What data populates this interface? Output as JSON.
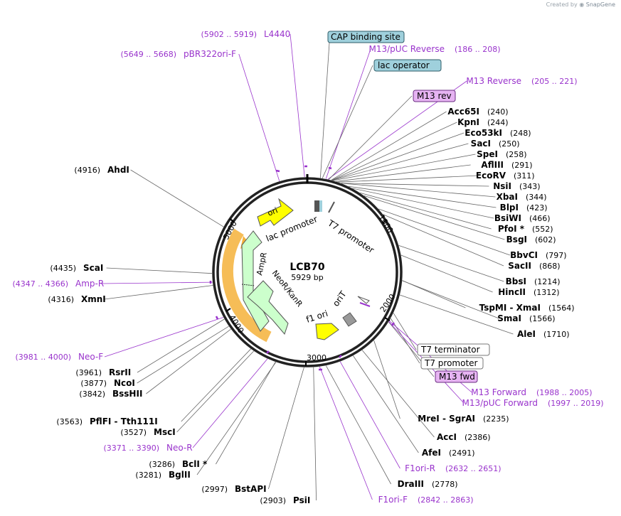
{
  "credit": {
    "created_by": "Created by",
    "brand": "SnapGene"
  },
  "plasmid": {
    "name": "LCB70",
    "size_label": "5929 bp",
    "length": 5929
  },
  "colors": {
    "site": "#000000",
    "primer": "#9933cc",
    "leader": "#555555",
    "ampR": "#ccffcc",
    "feature_yellow": "#ffff00",
    "promoter": "#ffffff",
    "cap_box": "#9fd0dc",
    "rev_box": "#e6b3f2",
    "highlight": "#f4b23a"
  },
  "ticks": [
    "1000",
    "2000",
    "3000",
    "4000",
    "5000"
  ],
  "features": [
    {
      "name": "ori",
      "label": "ori"
    },
    {
      "name": "lac-promoter",
      "label": "lac promoter"
    },
    {
      "name": "t7-promoter",
      "label": "T7 promoter"
    },
    {
      "name": "ampR",
      "label": "AmpR"
    },
    {
      "name": "neoR-kanR",
      "label": "NeoR/KanR"
    },
    {
      "name": "f1-ori",
      "label": "f1 ori"
    },
    {
      "name": "oriT",
      "label": "oriT"
    }
  ],
  "right_labels": [
    {
      "kind": "primer",
      "name": "M13/pUC Reverse",
      "range": "(186 .. 208)"
    },
    {
      "kind": "box",
      "style": "lac",
      "name": "lac operator"
    },
    {
      "kind": "primer",
      "name": "M13 Reverse",
      "range": "(205 .. 221)"
    },
    {
      "kind": "box",
      "style": "rev",
      "name": "M13 rev"
    },
    {
      "kind": "site",
      "name": "Acc65I",
      "pos": "(240)"
    },
    {
      "kind": "site",
      "name": "KpnI",
      "pos": "(244)"
    },
    {
      "kind": "site",
      "name": "Eco53kI",
      "pos": "(248)"
    },
    {
      "kind": "site",
      "name": "SacI",
      "pos": "(250)"
    },
    {
      "kind": "site",
      "name": "SpeI",
      "pos": "(258)"
    },
    {
      "kind": "site",
      "name": "AflIII",
      "pos": "(291)"
    },
    {
      "kind": "site",
      "name": "EcoRV",
      "pos": "(311)"
    },
    {
      "kind": "site",
      "name": "NsiI",
      "pos": "(343)"
    },
    {
      "kind": "site",
      "name": "XbaI",
      "pos": "(344)"
    },
    {
      "kind": "site",
      "name": "BlpI",
      "pos": "(423)"
    },
    {
      "kind": "site",
      "name": "BsiWI",
      "pos": "(466)"
    },
    {
      "kind": "site",
      "name": "PfoI *",
      "pos": "(552)"
    },
    {
      "kind": "site",
      "name": "BsgI",
      "pos": "(602)"
    },
    {
      "kind": "site",
      "name": "BbvCI",
      "pos": "(797)"
    },
    {
      "kind": "site",
      "name": "SacII",
      "pos": "(868)"
    },
    {
      "kind": "site",
      "name": "BbsI",
      "pos": "(1214)"
    },
    {
      "kind": "site",
      "name": "HincII",
      "pos": "(1312)"
    },
    {
      "kind": "site",
      "name": "TspMI  -  XmaI",
      "pos": "(1564)"
    },
    {
      "kind": "site",
      "name": "SmaI",
      "pos": "(1566)"
    },
    {
      "kind": "site",
      "name": "AleI",
      "pos": "(1710)"
    },
    {
      "kind": "box",
      "style": "plain",
      "name": "T7 terminator"
    },
    {
      "kind": "box",
      "style": "plain",
      "name": "T7 promoter"
    },
    {
      "kind": "box",
      "style": "rev",
      "name": "M13 fwd"
    },
    {
      "kind": "primer",
      "name": "M13 Forward",
      "range": "(1988 .. 2005)"
    },
    {
      "kind": "primer",
      "name": "M13/pUC Forward",
      "range": "(1997 .. 2019)"
    },
    {
      "kind": "site",
      "name": "MreI  -  SgrAI",
      "pos": "(2235)"
    },
    {
      "kind": "site",
      "name": "AccI",
      "pos": "(2386)"
    },
    {
      "kind": "site",
      "name": "AfeI",
      "pos": "(2491)"
    },
    {
      "kind": "primer",
      "name": "F1ori-R",
      "range": "(2632 .. 2651)"
    },
    {
      "kind": "site",
      "name": "DraIII",
      "pos": "(2778)"
    },
    {
      "kind": "primer",
      "name": "F1ori-F",
      "range": "(2842 .. 2863)"
    }
  ],
  "left_labels": [
    {
      "kind": "primer",
      "name": "L4440",
      "range": "(5902 .. 5919)"
    },
    {
      "kind": "primer",
      "name": "pBR322ori-F",
      "range": "(5649 .. 5668)"
    },
    {
      "kind": "site",
      "name": "AhdI",
      "pos": "(4916)"
    },
    {
      "kind": "site",
      "name": "ScaI",
      "pos": "(4435)"
    },
    {
      "kind": "primer",
      "name": "Amp-R",
      "range": "(4347 .. 4366)"
    },
    {
      "kind": "site",
      "name": "XmnI",
      "pos": "(4316)"
    },
    {
      "kind": "primer",
      "name": "Neo-F",
      "range": "(3981 .. 4000)"
    },
    {
      "kind": "site",
      "name": "RsrII",
      "pos": "(3961)"
    },
    {
      "kind": "site",
      "name": "NcoI",
      "pos": "(3877)"
    },
    {
      "kind": "site",
      "name": "BssHII",
      "pos": "(3842)"
    },
    {
      "kind": "site",
      "name": "PflFI  -  Tth111I",
      "pos": "(3563)"
    },
    {
      "kind": "site",
      "name": "MscI",
      "pos": "(3527)"
    },
    {
      "kind": "primer",
      "name": "Neo-R",
      "range": "(3371 .. 3390)"
    },
    {
      "kind": "site",
      "name": "BclI *",
      "pos": "(3286)"
    },
    {
      "kind": "site",
      "name": "BglII",
      "pos": "(3281)"
    },
    {
      "kind": "site",
      "name": "BstAPI",
      "pos": "(2997)"
    },
    {
      "kind": "site",
      "name": "PsiI",
      "pos": "(2903)"
    }
  ],
  "top_box": {
    "name": "CAP binding site"
  }
}
